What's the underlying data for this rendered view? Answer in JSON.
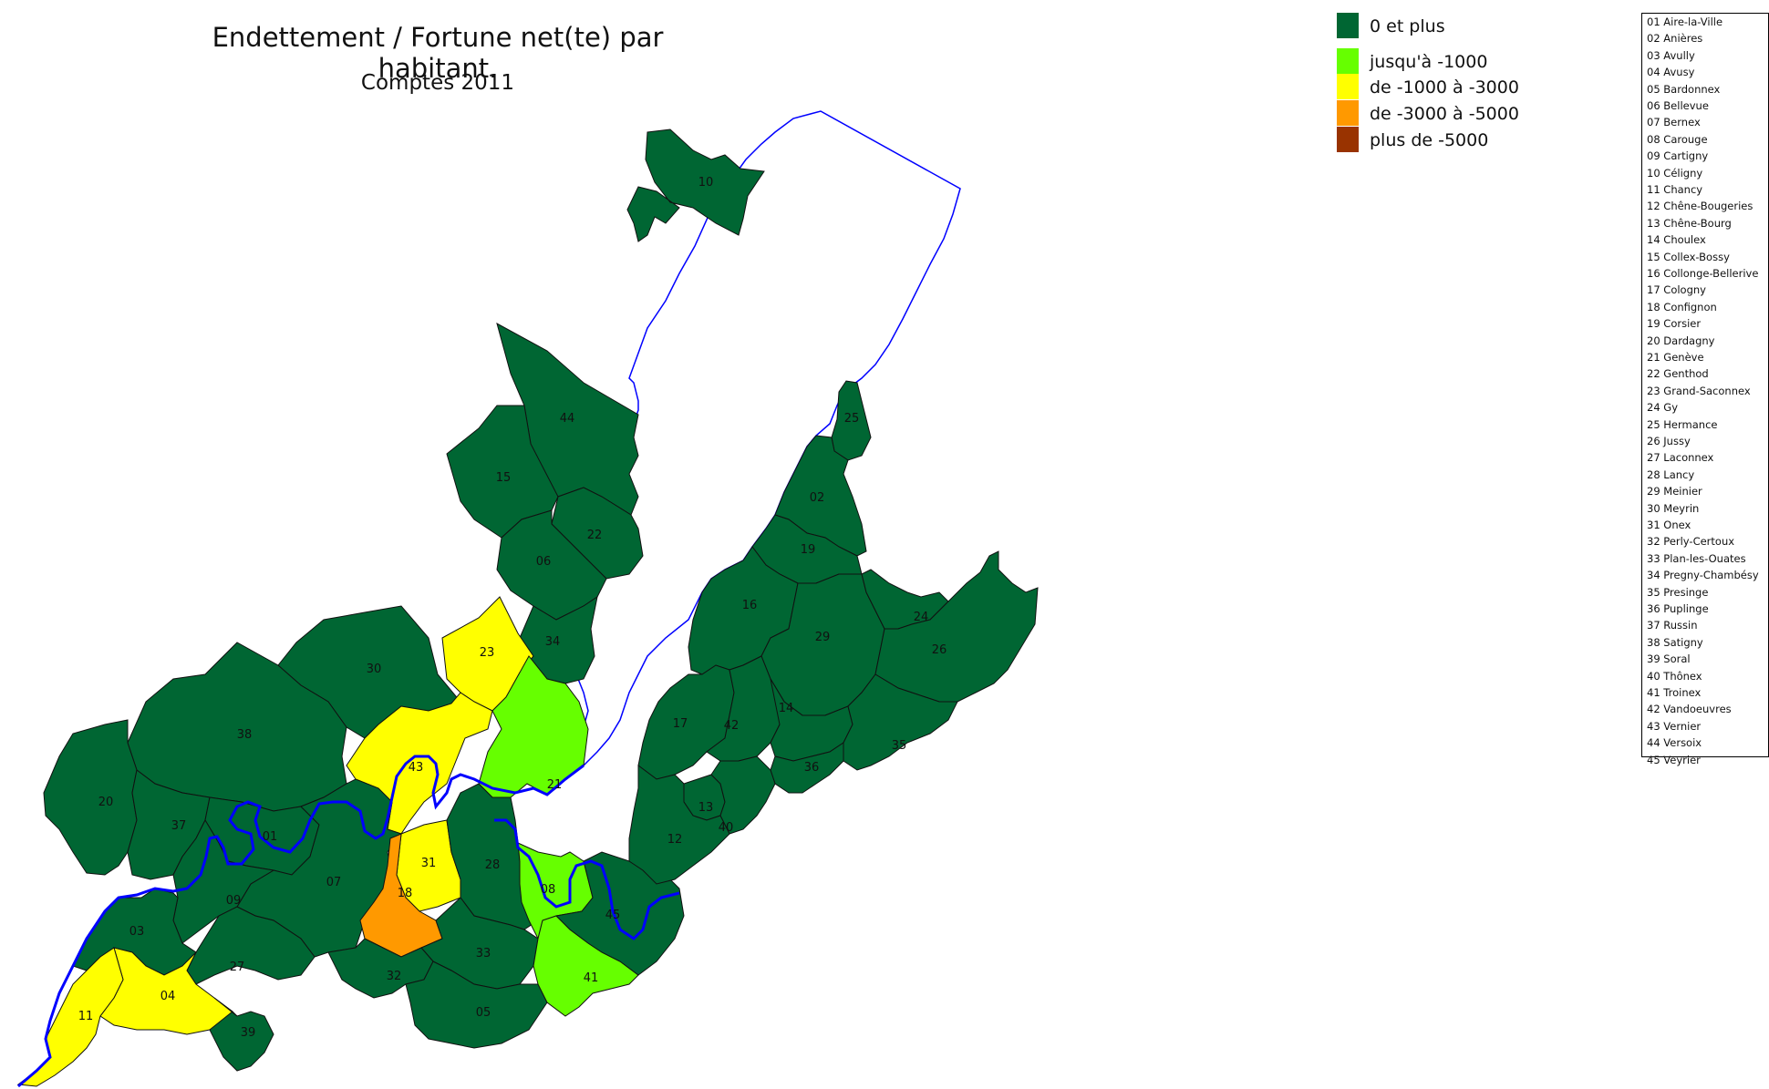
{
  "title": "Endettement / Fortune net(te) par habitant.",
  "subtitle": "Comptes 2011",
  "legend": [
    {
      "label": "0 et plus",
      "color": "#006633"
    },
    {
      "label": "jusqu'à -1000",
      "color": "#66ff00"
    },
    {
      "label": "de -1000 à -3000",
      "color": "#ffff00"
    },
    {
      "label": "de -3000 à -5000",
      "color": "#ff9900"
    },
    {
      "label": "plus de -5000",
      "color": "#993300"
    }
  ],
  "colors": {
    "lake": "#ffffff",
    "lake_outline": "#0000ff",
    "river": "#0000ff",
    "border": "#111111"
  },
  "municipalities": [
    {
      "code": "01",
      "name": "Aire-la-Ville"
    },
    {
      "code": "02",
      "name": "Anières"
    },
    {
      "code": "03",
      "name": "Avully"
    },
    {
      "code": "04",
      "name": "Avusy"
    },
    {
      "code": "05",
      "name": "Bardonnex"
    },
    {
      "code": "06",
      "name": "Bellevue"
    },
    {
      "code": "07",
      "name": "Bernex"
    },
    {
      "code": "08",
      "name": "Carouge"
    },
    {
      "code": "09",
      "name": "Cartigny"
    },
    {
      "code": "10",
      "name": "Céligny"
    },
    {
      "code": "11",
      "name": "Chancy"
    },
    {
      "code": "12",
      "name": "Chêne-Bougeries"
    },
    {
      "code": "13",
      "name": "Chêne-Bourg"
    },
    {
      "code": "14",
      "name": "Choulex"
    },
    {
      "code": "15",
      "name": "Collex-Bossy"
    },
    {
      "code": "16",
      "name": "Collonge-Bellerive"
    },
    {
      "code": "17",
      "name": "Cologny"
    },
    {
      "code": "18",
      "name": "Confignon"
    },
    {
      "code": "19",
      "name": "Corsier"
    },
    {
      "code": "20",
      "name": "Dardagny"
    },
    {
      "code": "21",
      "name": "Genève"
    },
    {
      "code": "22",
      "name": "Genthod"
    },
    {
      "code": "23",
      "name": "Grand-Saconnex"
    },
    {
      "code": "24",
      "name": "Gy"
    },
    {
      "code": "25",
      "name": "Hermance"
    },
    {
      "code": "26",
      "name": "Jussy"
    },
    {
      "code": "27",
      "name": "Laconnex"
    },
    {
      "code": "28",
      "name": "Lancy"
    },
    {
      "code": "29",
      "name": "Meinier"
    },
    {
      "code": "30",
      "name": "Meyrin"
    },
    {
      "code": "31",
      "name": "Onex"
    },
    {
      "code": "32",
      "name": "Perly-Certoux"
    },
    {
      "code": "33",
      "name": "Plan-les-Ouates"
    },
    {
      "code": "34",
      "name": "Pregny-Chambésy"
    },
    {
      "code": "35",
      "name": "Presinge"
    },
    {
      "code": "36",
      "name": "Puplinge"
    },
    {
      "code": "37",
      "name": "Russin"
    },
    {
      "code": "38",
      "name": "Satigny"
    },
    {
      "code": "39",
      "name": "Soral"
    },
    {
      "code": "40",
      "name": "Thônex"
    },
    {
      "code": "41",
      "name": "Troinex"
    },
    {
      "code": "42",
      "name": "Vandoeuvres"
    },
    {
      "code": "43",
      "name": "Vernier"
    },
    {
      "code": "44",
      "name": "Versoix"
    },
    {
      "code": "45",
      "name": "Veyrier"
    }
  ],
  "map_labels": {
    "r10": "10",
    "r44": "44",
    "r15": "15",
    "r22": "22",
    "r06": "06",
    "r34": "34",
    "r23": "23",
    "r30": "30",
    "r38": "38",
    "r43": "43",
    "r21": "21",
    "r20": "20",
    "r37": "37",
    "r01": "01",
    "r07": "07",
    "r09": "09",
    "r03": "03",
    "r31": "31",
    "r28": "28",
    "r18": "18",
    "r08": "08",
    "r33": "33",
    "r32": "32",
    "r27": "27",
    "r04": "04",
    "r11": "11",
    "r39": "39",
    "r05": "05",
    "r41": "41",
    "r45": "45",
    "r25": "25",
    "r02": "02",
    "r19": "19",
    "r16": "16",
    "r29": "29",
    "r24": "24",
    "r26": "26",
    "r17": "17",
    "r42": "42",
    "r14": "14",
    "r35": "35",
    "r36": "36",
    "r13": "13",
    "r40": "40",
    "r12": "12"
  }
}
